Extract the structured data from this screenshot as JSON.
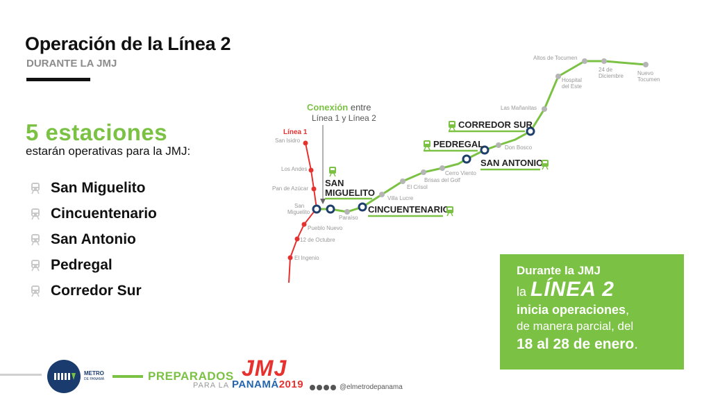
{
  "header": {
    "title": "Operación de la Línea 2",
    "subtitle": "DURANTE LA JMJ"
  },
  "summary": {
    "count": "5 estaciones",
    "description": "estarán operativas para la JMJ:"
  },
  "stations": [
    {
      "name": "San Miguelito",
      "icon": "train-icon"
    },
    {
      "name": "Cincuentenario",
      "icon": "train-icon"
    },
    {
      "name": "San Antonio",
      "icon": "train-icon"
    },
    {
      "name": "Pedregal",
      "icon": "train-icon"
    },
    {
      "name": "Corredor Sur",
      "icon": "train-icon"
    }
  ],
  "map": {
    "connection_label_green": "Conexión",
    "connection_label_rest": " entre",
    "connection_label_line2": "Línea 1 y Línea 2",
    "linea1_label": "Línea 1",
    "linea1_stops": [
      "San Isidro",
      "Los Andes",
      "Pan de Azúcar",
      "San",
      "Miguelito",
      "Pueblo Nuevo",
      "12 de Octubre",
      "El Ingenio"
    ],
    "linea2_stops": [
      "Paraíso",
      "Villa Lucre",
      "El Crisol",
      "Brisas del Golf",
      "Cerro Viento",
      "Don Bosco",
      "Las Mañanitas",
      "Hospital",
      "del Este",
      "Altos de Tocumen",
      "24 de",
      "Diciembre",
      "Nuevo",
      "Tocumen"
    ],
    "active_labels": {
      "san_miguelito_1": "SAN",
      "san_miguelito_2": "MIGUELITO",
      "cincuentenario": "CINCUENTENARIO",
      "san_antonio": "SAN ANTONIO",
      "pedregal": "PEDREGAL",
      "corredor_sur": "CORREDOR SUR"
    },
    "colors": {
      "linea2": "#7bc143",
      "linea1": "#e6312f",
      "active_station": "#1f3f6b",
      "inactive_station": "#b5b5b5"
    }
  },
  "callout": {
    "line1": "Durante la JMJ",
    "line2_prefix": "la",
    "line2_big": "LÍNEA 2",
    "line3": "inicia operaciones",
    "line3_suffix": ",",
    "line4": "de manera parcial, del",
    "line5": "18 al 28 de enero",
    "line5_suffix": "."
  },
  "footer": {
    "logo_name": "METRO",
    "logo_sub": "DE PANAMÁ",
    "preparados": "PREPARADOS",
    "para_la": "PARA LA",
    "jmj": "JMJ",
    "panama": "PANAMÁ",
    "year": "2019",
    "handle": "@elmetrodepanama"
  }
}
